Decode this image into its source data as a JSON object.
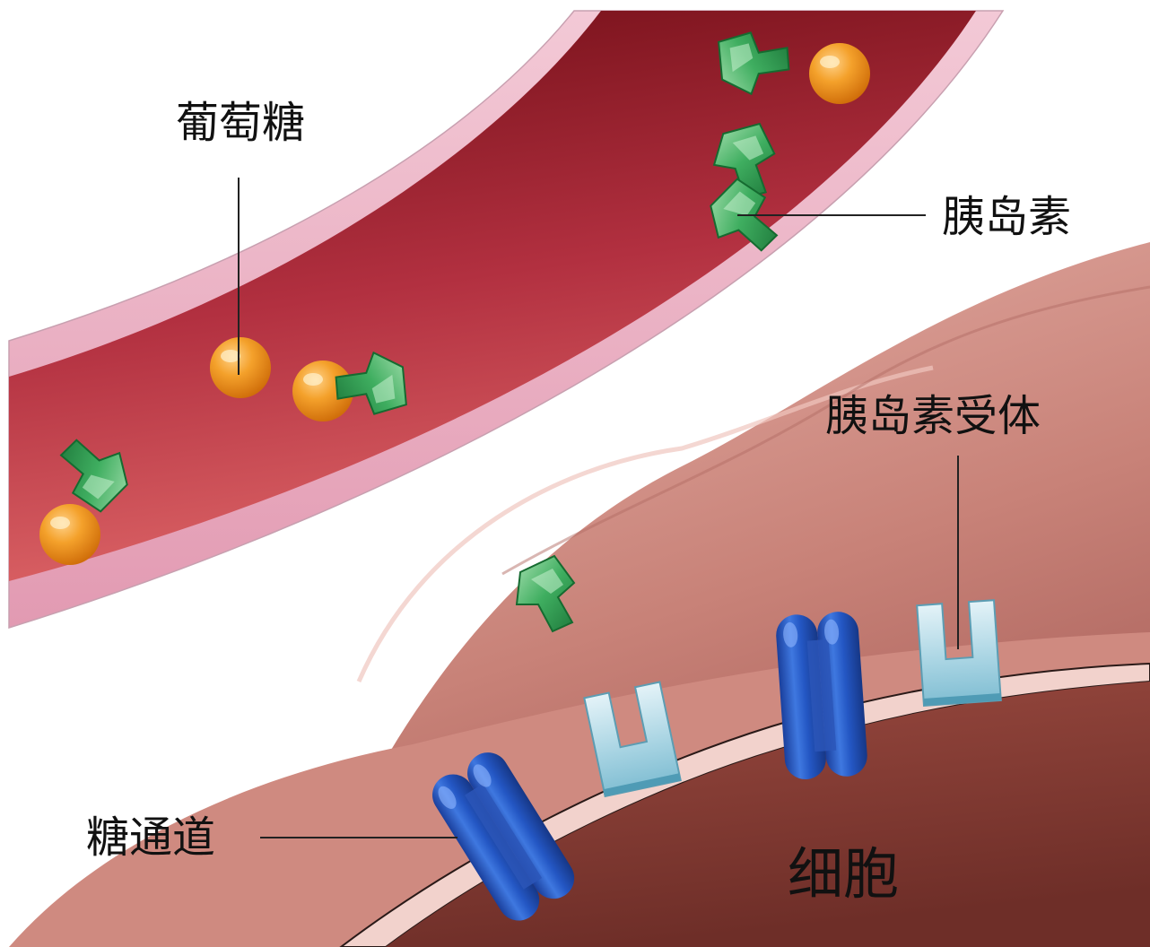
{
  "labels": {
    "glucose": "葡萄糖",
    "insulin": "胰岛素",
    "insulin_receptor": "胰岛素受体",
    "sugar_channel": "糖通道",
    "cell": "细胞"
  },
  "colors": {
    "vessel_wall": "#e6a2b8",
    "vessel_lumen_dark": "#7a1018",
    "vessel_lumen_light": "#d6585e",
    "cell_surface": "#d9968e",
    "cell_interior": "#8a4038",
    "glucose": "#f0981e",
    "insulin": "#34a85a",
    "receptor": "#9fd0e0",
    "channel": "#1f4fb5"
  },
  "icons": [
    "glucose-molecule",
    "insulin-molecule",
    "insulin-receptor",
    "sugar-channel"
  ]
}
